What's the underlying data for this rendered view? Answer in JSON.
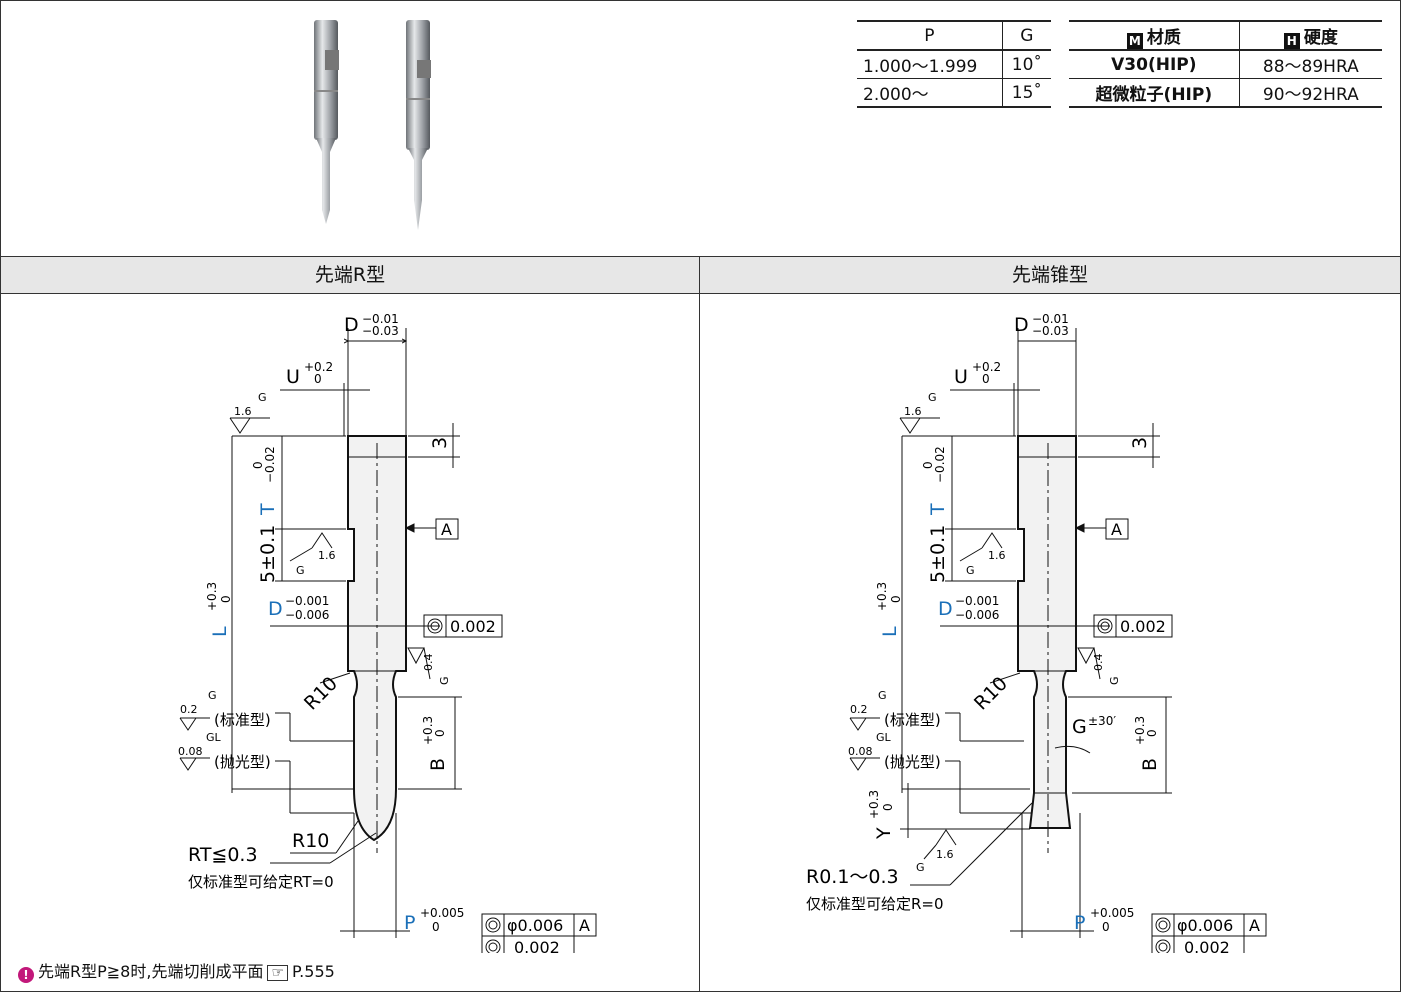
{
  "pg_table": {
    "headers": [
      "P",
      "G"
    ],
    "rows": [
      [
        "1.000～1.999",
        "10˚"
      ],
      [
        "2.000～",
        "15˚"
      ]
    ]
  },
  "material_table": {
    "header_material_icon": "M",
    "header_material": "材质",
    "header_hardness_icon": "H",
    "header_hardness": "硬度",
    "rows": [
      [
        "V30(HIP)",
        "88～89HRA"
      ],
      [
        "超微粒子(HIP)",
        "90～92HRA"
      ]
    ]
  },
  "sections": {
    "left_title": "先端R型",
    "right_title": "先端锥型"
  },
  "dims": {
    "D_top": "D",
    "D_top_tol_u": "−0.01",
    "D_top_tol_l": "−0.03",
    "U": "U",
    "U_tol_u": "+0.2",
    "U_tol_l": "0",
    "T": "T",
    "T_tol_u": "0",
    "T_tol_l": "−0.02",
    "five": "5±0.1",
    "L": "L",
    "L_tol_u": "+0.3",
    "L_tol_l": "0",
    "D_mid": "D",
    "D_mid_tol_u": "−0.001",
    "D_mid_tol_l": "−0.006",
    "three": "3",
    "datum": "A",
    "R10": "R10",
    "B": "B",
    "B_tol_u": "+0.3",
    "B_tol_l": "0",
    "std_type": "(标准型)",
    "polish_type": "(抛光型)",
    "rough_16": "1.6",
    "rough_02": "0.2",
    "rough_008": "0.08",
    "rough_04": "0.4",
    "G": "G",
    "GL": "GL",
    "runout_002": "0.002",
    "coax_006": "φ0.006",
    "P": "P",
    "P_tol_u": "+0.005",
    "P_tol_l": "0",
    "RT": "RT≦0.3",
    "RT_note": "仅标准型可给定RT=0",
    "R_range": "R0.1～0.3",
    "R_note": "仅标准型可给定R=0",
    "Y": "Y",
    "Y_tol_u": "+0.3",
    "Y_tol_l": "0",
    "G_angle": "G",
    "G_angle_tol": "±30′"
  },
  "note": {
    "icon": "!",
    "text": "先端R型P≧8时,先端切削成平面",
    "ref": "P.555"
  }
}
